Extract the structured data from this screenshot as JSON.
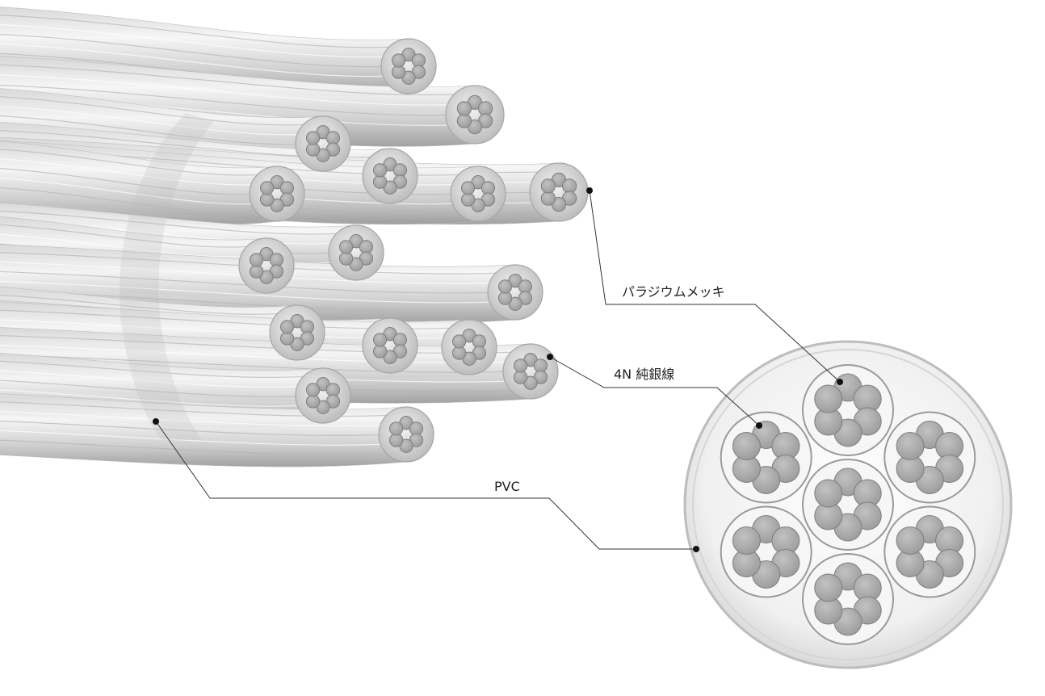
{
  "labels": {
    "plating": "パラジウムメッキ",
    "conductor": "4N 純銀線",
    "insulation": "PVC"
  },
  "colors": {
    "strand": "#a9a9a9",
    "strand_edge": "#7f7f7f",
    "bundle_fill": "#f4f4f4",
    "bundle_edge": "#9a9a9a",
    "jacket_fill": "#ececec",
    "jacket_edge": "#bdbdbd",
    "leader_line": "#333333",
    "dot": "#111111"
  }
}
